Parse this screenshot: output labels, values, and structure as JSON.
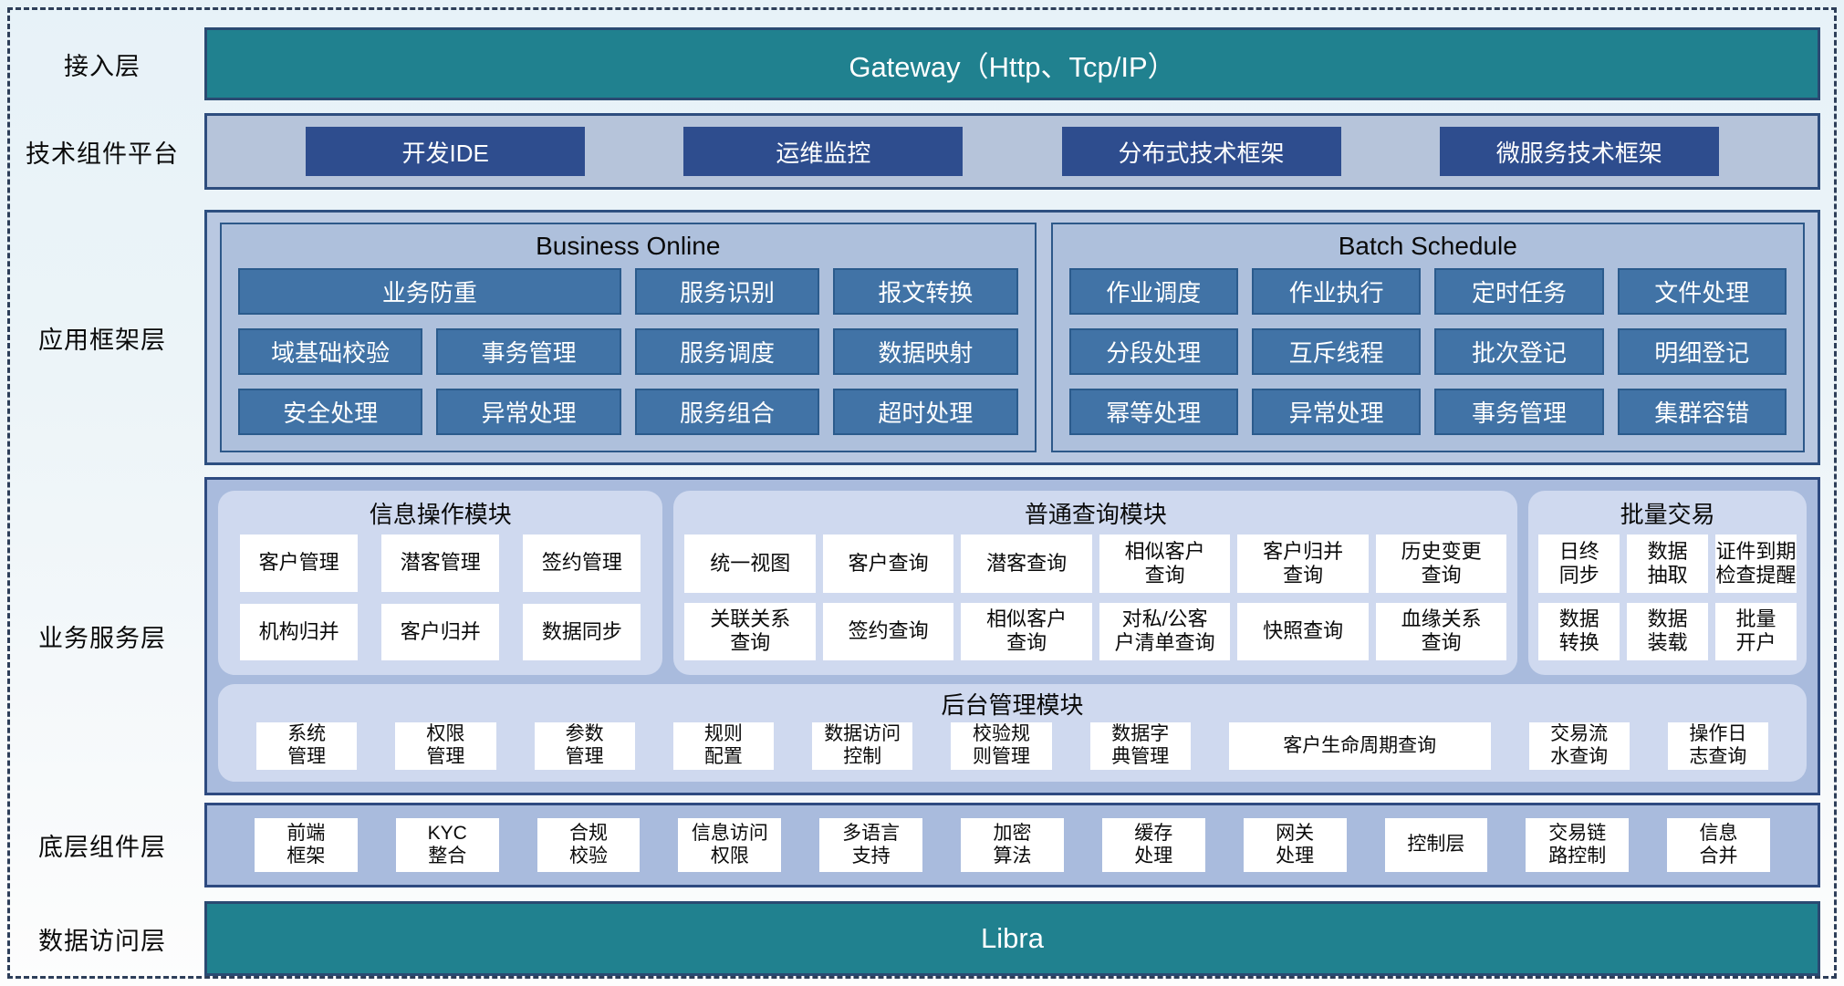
{
  "colors": {
    "teal_bar": "#20818f",
    "navy_border": "#2e4d7e",
    "dark_button": "#2e4d8e",
    "framework_button": "#4173a6",
    "panel_light_blue": "#b6c4da",
    "panel_mid_blue": "#a9bbdd",
    "module_panel": "#cfd9ef",
    "box_white": "#ffffff"
  },
  "layers": {
    "access": {
      "label": "接入层",
      "bar": "Gateway（Http、Tcp/IP）"
    },
    "tech": {
      "label": "技术组件平台",
      "items": [
        "开发IDE",
        "运维监控",
        "分布式技术框架",
        "微服务技术框架"
      ]
    },
    "app_framework": {
      "label": "应用框架层",
      "business_online": {
        "title": "Business Online",
        "items": [
          {
            "t": "业务防重",
            "span": 2
          },
          {
            "t": "服务识别"
          },
          {
            "t": "报文转换"
          },
          {
            "t": "域基础校验"
          },
          {
            "t": "事务管理"
          },
          {
            "t": "服务调度"
          },
          {
            "t": "数据映射"
          },
          {
            "t": "安全处理"
          },
          {
            "t": "异常处理"
          },
          {
            "t": "服务组合"
          },
          {
            "t": "超时处理"
          }
        ]
      },
      "batch_schedule": {
        "title": "Batch Schedule",
        "items": [
          {
            "t": "作业调度"
          },
          {
            "t": "作业执行"
          },
          {
            "t": "定时任务"
          },
          {
            "t": "文件处理"
          },
          {
            "t": "分段处理"
          },
          {
            "t": "互斥线程"
          },
          {
            "t": "批次登记"
          },
          {
            "t": "明细登记"
          },
          {
            "t": "幂等处理"
          },
          {
            "t": "异常处理"
          },
          {
            "t": "事务管理"
          },
          {
            "t": "集群容错"
          }
        ]
      }
    },
    "business_service": {
      "label": "业务服务层",
      "info_module": {
        "title": "信息操作模块",
        "items": [
          {
            "t": "客户管理"
          },
          {
            "t": "潜客管理"
          },
          {
            "t": "签约管理"
          },
          {
            "t": "机构归并"
          },
          {
            "t": "客户归并"
          },
          {
            "t": "数据同步"
          }
        ]
      },
      "query_module": {
        "title": "普通查询模块",
        "items": [
          {
            "t": "统一视图"
          },
          {
            "t": "客户查询"
          },
          {
            "t": "潜客查询"
          },
          {
            "t": "相似客户\n查询"
          },
          {
            "t": "客户归并\n查询"
          },
          {
            "t": "历史变更\n查询"
          },
          {
            "t": "关联关系\n查询"
          },
          {
            "t": "签约查询"
          },
          {
            "t": "相似客户\n查询"
          },
          {
            "t": "对私/公客\n户清单查询"
          },
          {
            "t": "快照查询"
          },
          {
            "t": "血缘关系\n查询"
          }
        ]
      },
      "batch_module": {
        "title": "批量交易",
        "items": [
          {
            "t": "日终\n同步"
          },
          {
            "t": "数据\n抽取"
          },
          {
            "t": "证件到期\n检查提醒"
          },
          {
            "t": "数据\n转换"
          },
          {
            "t": "数据\n装载"
          },
          {
            "t": "批量\n开户"
          }
        ]
      },
      "admin_module": {
        "title": "后台管理模块",
        "items": [
          {
            "t": "系统\n管理"
          },
          {
            "t": "权限\n管理"
          },
          {
            "t": "参数\n管理"
          },
          {
            "t": "规则\n配置"
          },
          {
            "t": "数据访问\n控制"
          },
          {
            "t": "校验规\n则管理"
          },
          {
            "t": "数据字\n典管理"
          },
          {
            "t": "客户生命周期查询",
            "w": 2.6
          },
          {
            "t": "交易流\n水查询"
          },
          {
            "t": "操作日\n志查询"
          }
        ]
      }
    },
    "base_components": {
      "label": "底层组件层",
      "items": [
        {
          "t": "前端\n框架"
        },
        {
          "t": "KYC\n整合"
        },
        {
          "t": "合规\n校验"
        },
        {
          "t": "信息访问\n权限"
        },
        {
          "t": "多语言\n支持"
        },
        {
          "t": "加密\n算法"
        },
        {
          "t": "缓存\n处理"
        },
        {
          "t": "网关\n处理"
        },
        {
          "t": "控制层"
        },
        {
          "t": "交易链\n路控制"
        },
        {
          "t": "信息\n合并"
        }
      ]
    },
    "data_access": {
      "label": "数据访问层",
      "bar": "Libra"
    }
  }
}
